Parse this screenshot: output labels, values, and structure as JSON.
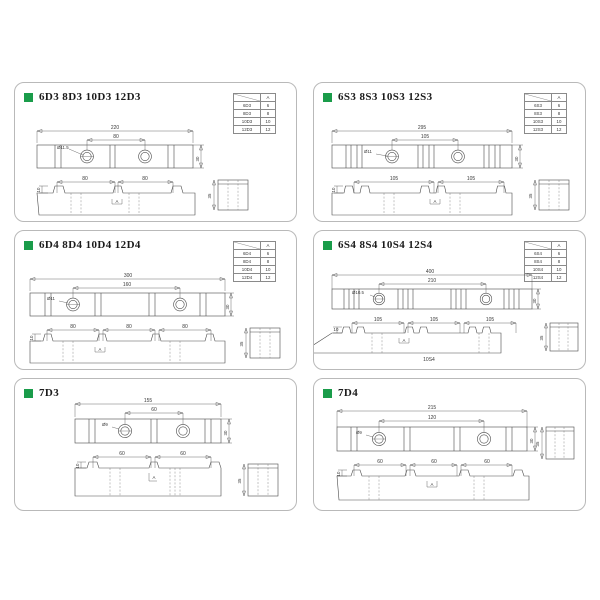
{
  "document": {
    "type": "technical-drawing-catalog",
    "background_color": "#ffffff",
    "panel_border_color": "#b9b9b9",
    "bullet_color": "#1a9c4a",
    "line_color": "#4a4a4a"
  },
  "panels": [
    {
      "id": "panel-6D3",
      "title": "6D3  8D3  10D3  12D3",
      "table": {
        "header": [
          "",
          "A"
        ],
        "rows": [
          {
            "model": "6D3",
            "a": "6"
          },
          {
            "model": "8D3",
            "a": "8"
          },
          {
            "model": "10D3",
            "a": "10"
          },
          {
            "model": "12D3",
            "a": "12"
          }
        ]
      },
      "top_view": {
        "overall_length": "220",
        "center_distance": "80",
        "height": "30",
        "hole_callout": "Ø11.5"
      },
      "bottom_view": {
        "segments": [
          "80",
          "80"
        ],
        "notch_depth": "10",
        "section_mark": "A"
      },
      "side_view": {
        "height": "35"
      }
    },
    {
      "id": "panel-6S3",
      "title": "6S3  8S3  10S3  12S3",
      "table": {
        "header": [
          "",
          "A"
        ],
        "rows": [
          {
            "model": "6S3",
            "a": "6"
          },
          {
            "model": "8S3",
            "a": "8"
          },
          {
            "model": "10S3",
            "a": "10"
          },
          {
            "model": "12S3",
            "a": "12"
          }
        ]
      },
      "top_view": {
        "overall_length": "295",
        "center_distance": "105",
        "height": "30",
        "hole_callout": "Ø11"
      },
      "bottom_view": {
        "segments": [
          "105",
          "105"
        ],
        "notch_depth": "10",
        "section_mark": "A"
      },
      "side_view": {
        "height": "35"
      }
    },
    {
      "id": "panel-6D4",
      "title": "6D4  8D4  10D4  12D4",
      "table": {
        "header": [
          "",
          "A"
        ],
        "rows": [
          {
            "model": "6D4",
            "a": "6"
          },
          {
            "model": "8D4",
            "a": "8"
          },
          {
            "model": "10D4",
            "a": "10"
          },
          {
            "model": "12D4",
            "a": "12"
          }
        ]
      },
      "top_view": {
        "overall_length": "300",
        "center_distance": "160",
        "height": "30",
        "hole_callout": "Ø11"
      },
      "bottom_view": {
        "segments": [
          "80",
          "80",
          "80"
        ],
        "notch_depth": "10",
        "section_mark": "A"
      },
      "side_view": {
        "height": "35"
      }
    },
    {
      "id": "panel-6S4",
      "title": "6S4  8S4  10S4  12S4",
      "table": {
        "header": [
          "",
          "A"
        ],
        "rows": [
          {
            "model": "6S4",
            "a": "6"
          },
          {
            "model": "8S4",
            "a": "8"
          },
          {
            "model": "10S4",
            "a": "10"
          },
          {
            "model": "12S4",
            "a": "12"
          }
        ]
      },
      "top_view": {
        "overall_length": "400",
        "center_distance": "210",
        "height": "30",
        "hole_callout": "Ø10.5"
      },
      "bottom_view": {
        "segments": [
          "105",
          "105",
          "105"
        ],
        "notch_depth": "10",
        "section_mark": "A",
        "caption": "10S4"
      },
      "side_view": {
        "height": "35"
      }
    },
    {
      "id": "panel-7D3",
      "title": "7D3",
      "table": null,
      "top_view": {
        "overall_length": "155",
        "center_distance": "60",
        "height": "30",
        "hole_callout": "Ø9"
      },
      "bottom_view": {
        "segments": [
          "60",
          "60"
        ],
        "notch_depth": "10",
        "section_mark": "A"
      },
      "side_view": {
        "height": "35"
      }
    },
    {
      "id": "panel-7D4",
      "title": "7D4",
      "table": null,
      "top_view": {
        "overall_length": "215",
        "center_distance": "120",
        "height": "30",
        "hole_callout": "Ø9"
      },
      "bottom_view": {
        "segments": [
          "60",
          "60",
          "60"
        ],
        "notch_depth": "10",
        "section_mark": "A"
      },
      "side_view": {
        "height": "35"
      }
    }
  ]
}
